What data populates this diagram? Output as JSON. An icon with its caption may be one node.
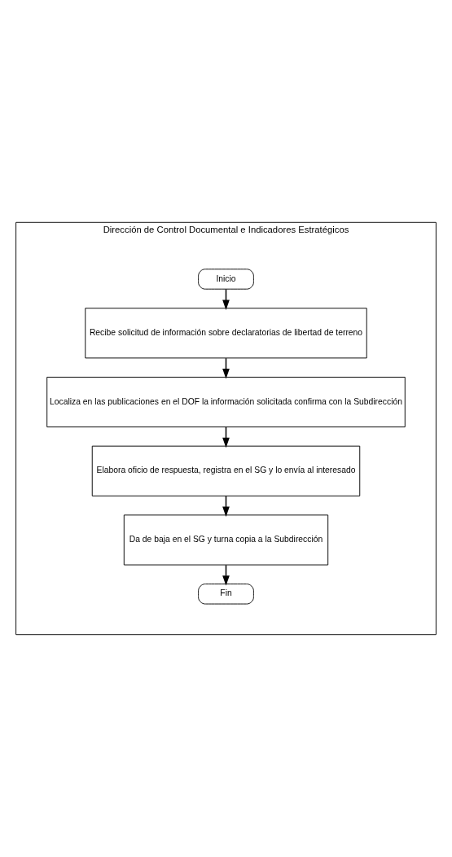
{
  "diagram": {
    "nodes": [
      {
        "text": [
          "Dirección de Control Documental e Indicadores Estratégicos"
        ]
      },
      {
        "text": [
          "Inicio"
        ],
        "in": 0
      },
      {
        "text": [
          "Recibe solicitud de información sobre declaratorias de libertad de terreno"
        ],
        "in": 0
      },
      {
        "text": [
          "Localiza en las publicaciones en el DOF la información solicitada confirma con la Subdirección"
        ],
        "in": 0
      },
      {
        "text": [
          "Elabora oficio de respuesta, registra en el SG y lo envía al interesado"
        ],
        "in": 0
      },
      {
        "text": [
          "Da de baja en el SG y turna copia a la Subdirección"
        ],
        "in": 0
      },
      {
        "text": [
          "Fin"
        ],
        "in": 0
      }
    ],
    "edges": [
      {
        "from": 1,
        "to": 2,
        "arrow": "to"
      },
      {
        "from": 2,
        "to": 3,
        "arrow": "to"
      },
      {
        "from": 3,
        "to": 4,
        "arrow": "to"
      },
      {
        "from": 4,
        "to": 5,
        "arrow": "to"
      },
      {
        "from": 5,
        "to": 6,
        "arrow": "to"
      }
    ]
  }
}
